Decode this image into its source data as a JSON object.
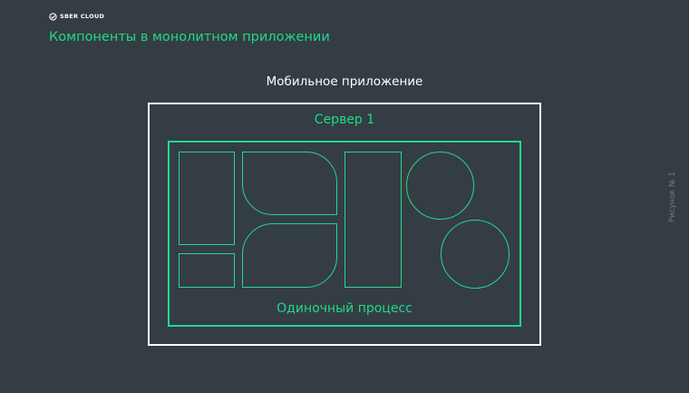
{
  "brand": {
    "logo_text": "SBER CLOUD",
    "icon": "sber-check-circle-icon"
  },
  "slide": {
    "title": "Компоненты в монолитном приложении"
  },
  "diagram": {
    "app_label": "Мобильное приложение",
    "server_label": "Сервер 1",
    "process_label": "Одиночный процесс",
    "component_shapes": [
      "rectangle",
      "rectangle",
      "rounded-rectangle",
      "rounded-rectangle",
      "rectangle",
      "circle",
      "circle"
    ]
  },
  "figure_caption": "Рисунок № 1",
  "colors": {
    "background": "#343d44",
    "accent": "#21d98a",
    "frame": "#ffffff",
    "caption": "#6f7a82"
  }
}
